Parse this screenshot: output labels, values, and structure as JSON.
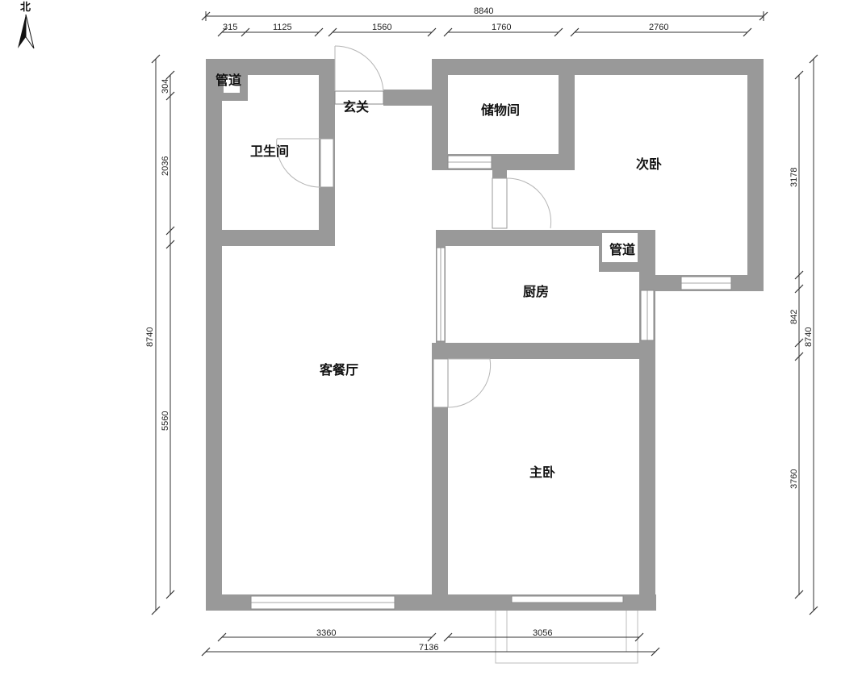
{
  "compass": {
    "label": "北",
    "icon": "north-arrow-icon"
  },
  "rooms": {
    "pipe_top_left": "管道",
    "entrance": "玄关",
    "bathroom": "卫生间",
    "storage": "储物间",
    "second_bedroom": "次卧",
    "pipe_kitchen": "管道",
    "kitchen": "厨房",
    "living_dining": "客餐厅",
    "master_bedroom": "主卧"
  },
  "dimensions": {
    "top_total": "8840",
    "top_segments": [
      "315",
      "1125",
      "1560",
      "1760",
      "2760"
    ],
    "left_total": "8740",
    "left_segments": [
      "304",
      "2036",
      "5560"
    ],
    "right_total": "8740",
    "right_segments": [
      "3178",
      "842",
      "3760"
    ],
    "bottom_segments": [
      "3360",
      "3056"
    ],
    "bottom_total": "7136"
  },
  "colors": {
    "wall": "#999999",
    "dimension": "#333333",
    "background": "#ffffff"
  }
}
